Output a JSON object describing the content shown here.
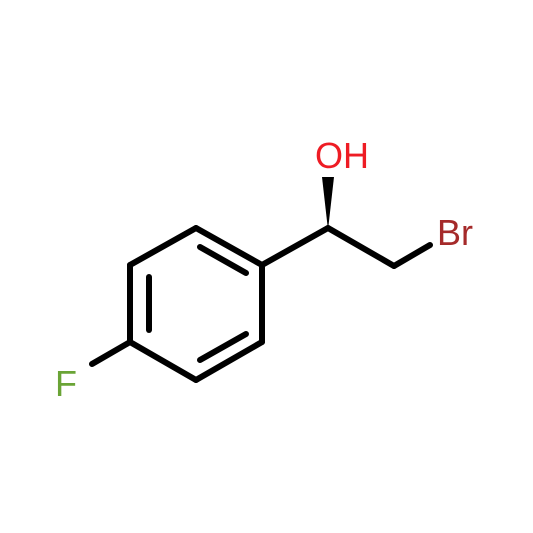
{
  "molecule": {
    "atoms": {
      "hydroxyl": {
        "label": "OH",
        "color": "#ee1c24"
      },
      "bromine": {
        "label": "Br",
        "color": "#a52a2a"
      },
      "fluorine": {
        "label": "F",
        "color": "#6aa436"
      }
    },
    "bond_color": "#000000",
    "background": "#ffffff"
  }
}
